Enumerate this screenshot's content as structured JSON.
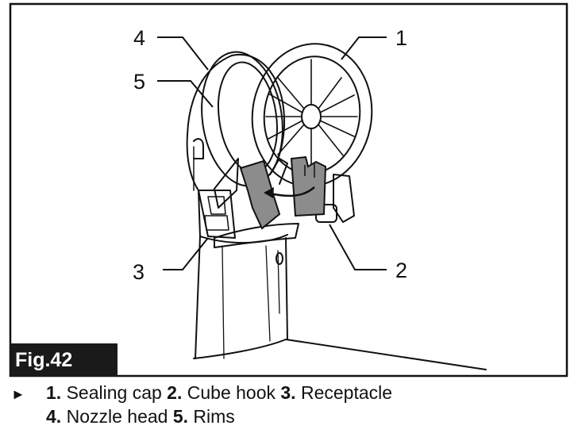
{
  "figure": {
    "label": "Fig.42",
    "callouts": [
      "1",
      "2",
      "3",
      "4",
      "5"
    ]
  },
  "caption": {
    "bullet": "►",
    "items": [
      {
        "num": "1.",
        "text": "Sealing cap"
      },
      {
        "num": "2.",
        "text": "Cube hook"
      },
      {
        "num": "3.",
        "text": "Receptacle"
      },
      {
        "num": "4.",
        "text": "Nozzle head"
      },
      {
        "num": "5.",
        "text": "Rims"
      }
    ]
  }
}
